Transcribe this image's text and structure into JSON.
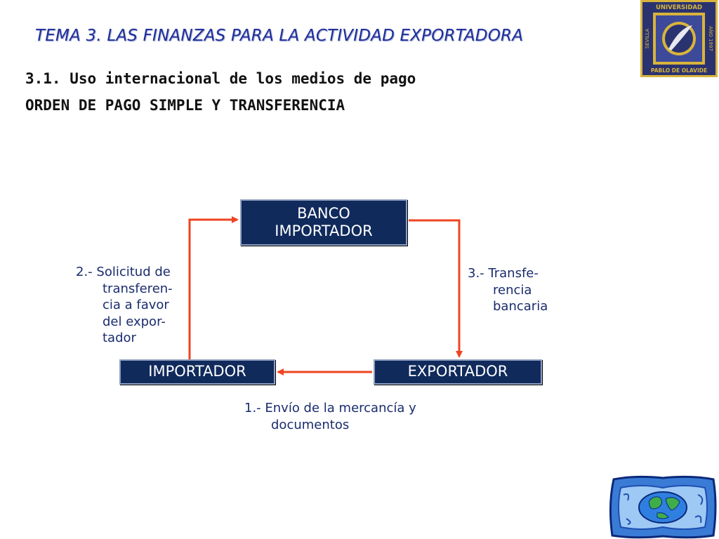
{
  "slide": {
    "title": "TEMA 3. LAS FINANZAS PARA LA ACTIVIDAD EXPORTADORA",
    "subtitle_1": "3.1. Uso internacional de los medios de pago",
    "subtitle_2": "ORDEN DE PAGO SIMPLE Y TRANSFERENCIA"
  },
  "logo": {
    "top_text": "UNIVERSIDAD",
    "bottom_text": "PABLO DE OLAVIDE",
    "left_text": "SEVILLA",
    "right_text": "AÑO 1997",
    "color_frame": "#2a3370",
    "color_gold": "#d8b43c"
  },
  "diagram": {
    "nodes": {
      "banco_line1": "BANCO",
      "banco_line2": "IMPORTADOR",
      "importador": "IMPORTADOR",
      "exportador": "EXPORTADOR"
    },
    "labels": {
      "step2": [
        "2.- Solicitud de",
        "transferen-",
        "cia a favor",
        "del expor-",
        "tador"
      ],
      "step3": [
        "3.- Transfe-",
        "rencia",
        "bancaria"
      ],
      "step1": [
        "1.- Envío de la mercancía y",
        "documentos"
      ]
    },
    "colors": {
      "box_fill": "#102a5c",
      "arrow": "#ee4422",
      "label_text": "#1a2c6e",
      "title_text": "#1f2f9a"
    }
  }
}
